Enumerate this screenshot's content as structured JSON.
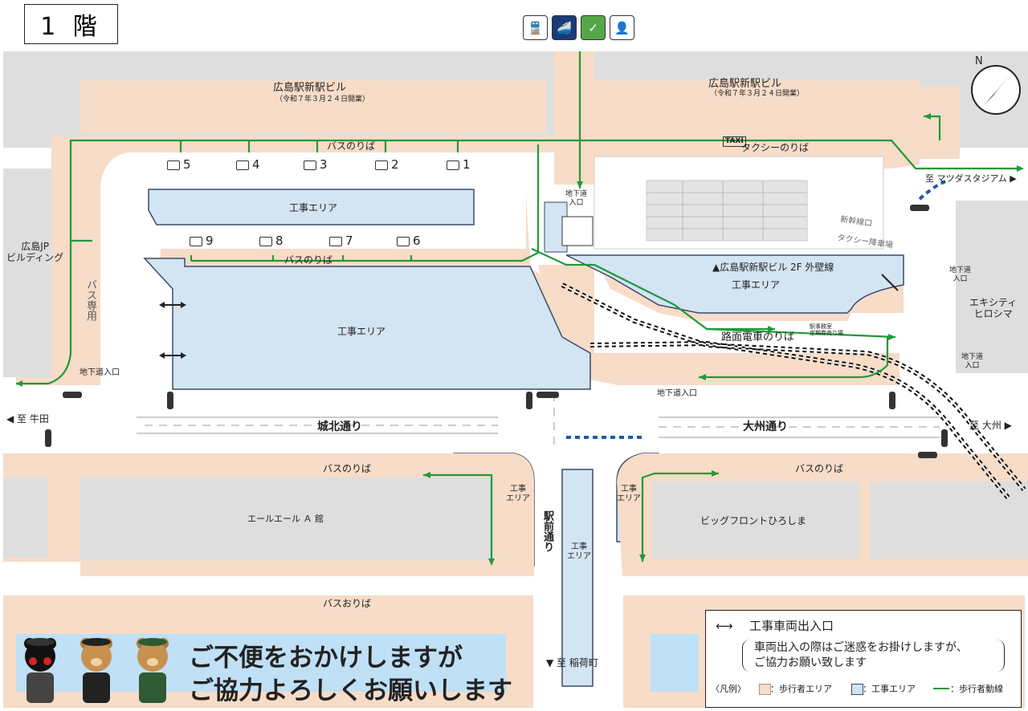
{
  "floor": "1 階",
  "top_icons": [
    "train-icon",
    "shinkansen-icon",
    "ic-card-icon",
    "ticket-office-icon"
  ],
  "top_icon_glyphs": [
    "🚆",
    "🚄",
    "✓",
    "👤"
  ],
  "buildings": {
    "new_building_left": {
      "name": "広島駅新駅ビル",
      "note": "（令和７年３月２４日開業）"
    },
    "new_building_right": {
      "name": "広島駅新駅ビル",
      "note": "（令和７年３月２４日開業）"
    },
    "jp_building": "広島JP\nビルディング",
    "ekicity": "エキシティ\nヒロシマ",
    "aruaru": "エールエール Ａ 館",
    "bigfront": "ビッグフロントひろしま",
    "building_2f_wall": "▲広島駅新駅ビル 2F 外壁線"
  },
  "bus": {
    "upper_label": "バスのりば",
    "lower_label": "バスのりば",
    "stops_top": [
      "5",
      "4",
      "3",
      "2",
      "1"
    ],
    "stops_mid": [
      "9",
      "8",
      "7",
      "6"
    ],
    "bus_only": "バス専用",
    "south_left_label": "バスのりば",
    "south_right_label": "バスのりば",
    "drop_off": "バスおりば"
  },
  "construction": {
    "area_label": "工事エリア",
    "vertical_label": "工事\nエリア"
  },
  "taxi": {
    "badge": "TAXI",
    "label": "タクシーのりば"
  },
  "tram": {
    "label": "路面電車のりば",
    "office": "駅事務室\n定期券売り場"
  },
  "underground_entrance": "地下道\n入口",
  "underground_entrance_inline": "地下道入口",
  "roads": {
    "johoku": "城北通り",
    "ohsu": "大州通り",
    "ekimae": "駅前通り"
  },
  "directions": {
    "ushita": "◀ 至 牛田",
    "ohsu": "至 大州 ▶",
    "mazda": "至 マツダスタジアム ▶",
    "inaricho": "▼ 至 稲荷町"
  },
  "signs": {
    "exit_sign": "新幹線口",
    "taxi_exit": "タクシー降車場"
  },
  "compass": "N",
  "banner": {
    "line1": "ご不便をおかけしますが",
    "line2": "ご協力よろしくお願いします"
  },
  "legend": {
    "vehicle_entrance": "工事車両出入口",
    "note_line1": "車両出入の際はご迷惑をお掛けしますが、",
    "note_line2": "ご協力お願い致します",
    "header": "〈凡例〉",
    "pedestrian_area": "：歩行者エリア",
    "construction_area": "：工事エリア",
    "pedestrian_flow": "：歩行者動線"
  },
  "colors": {
    "pedestrian": "#f7dcc8",
    "construction": "#d3e4f3",
    "construction_border": "#3a4a6a",
    "flow": "#1e9a3a",
    "building": "#dedede",
    "road": "#ffffff",
    "banner_sky": "#bfe0f5"
  }
}
